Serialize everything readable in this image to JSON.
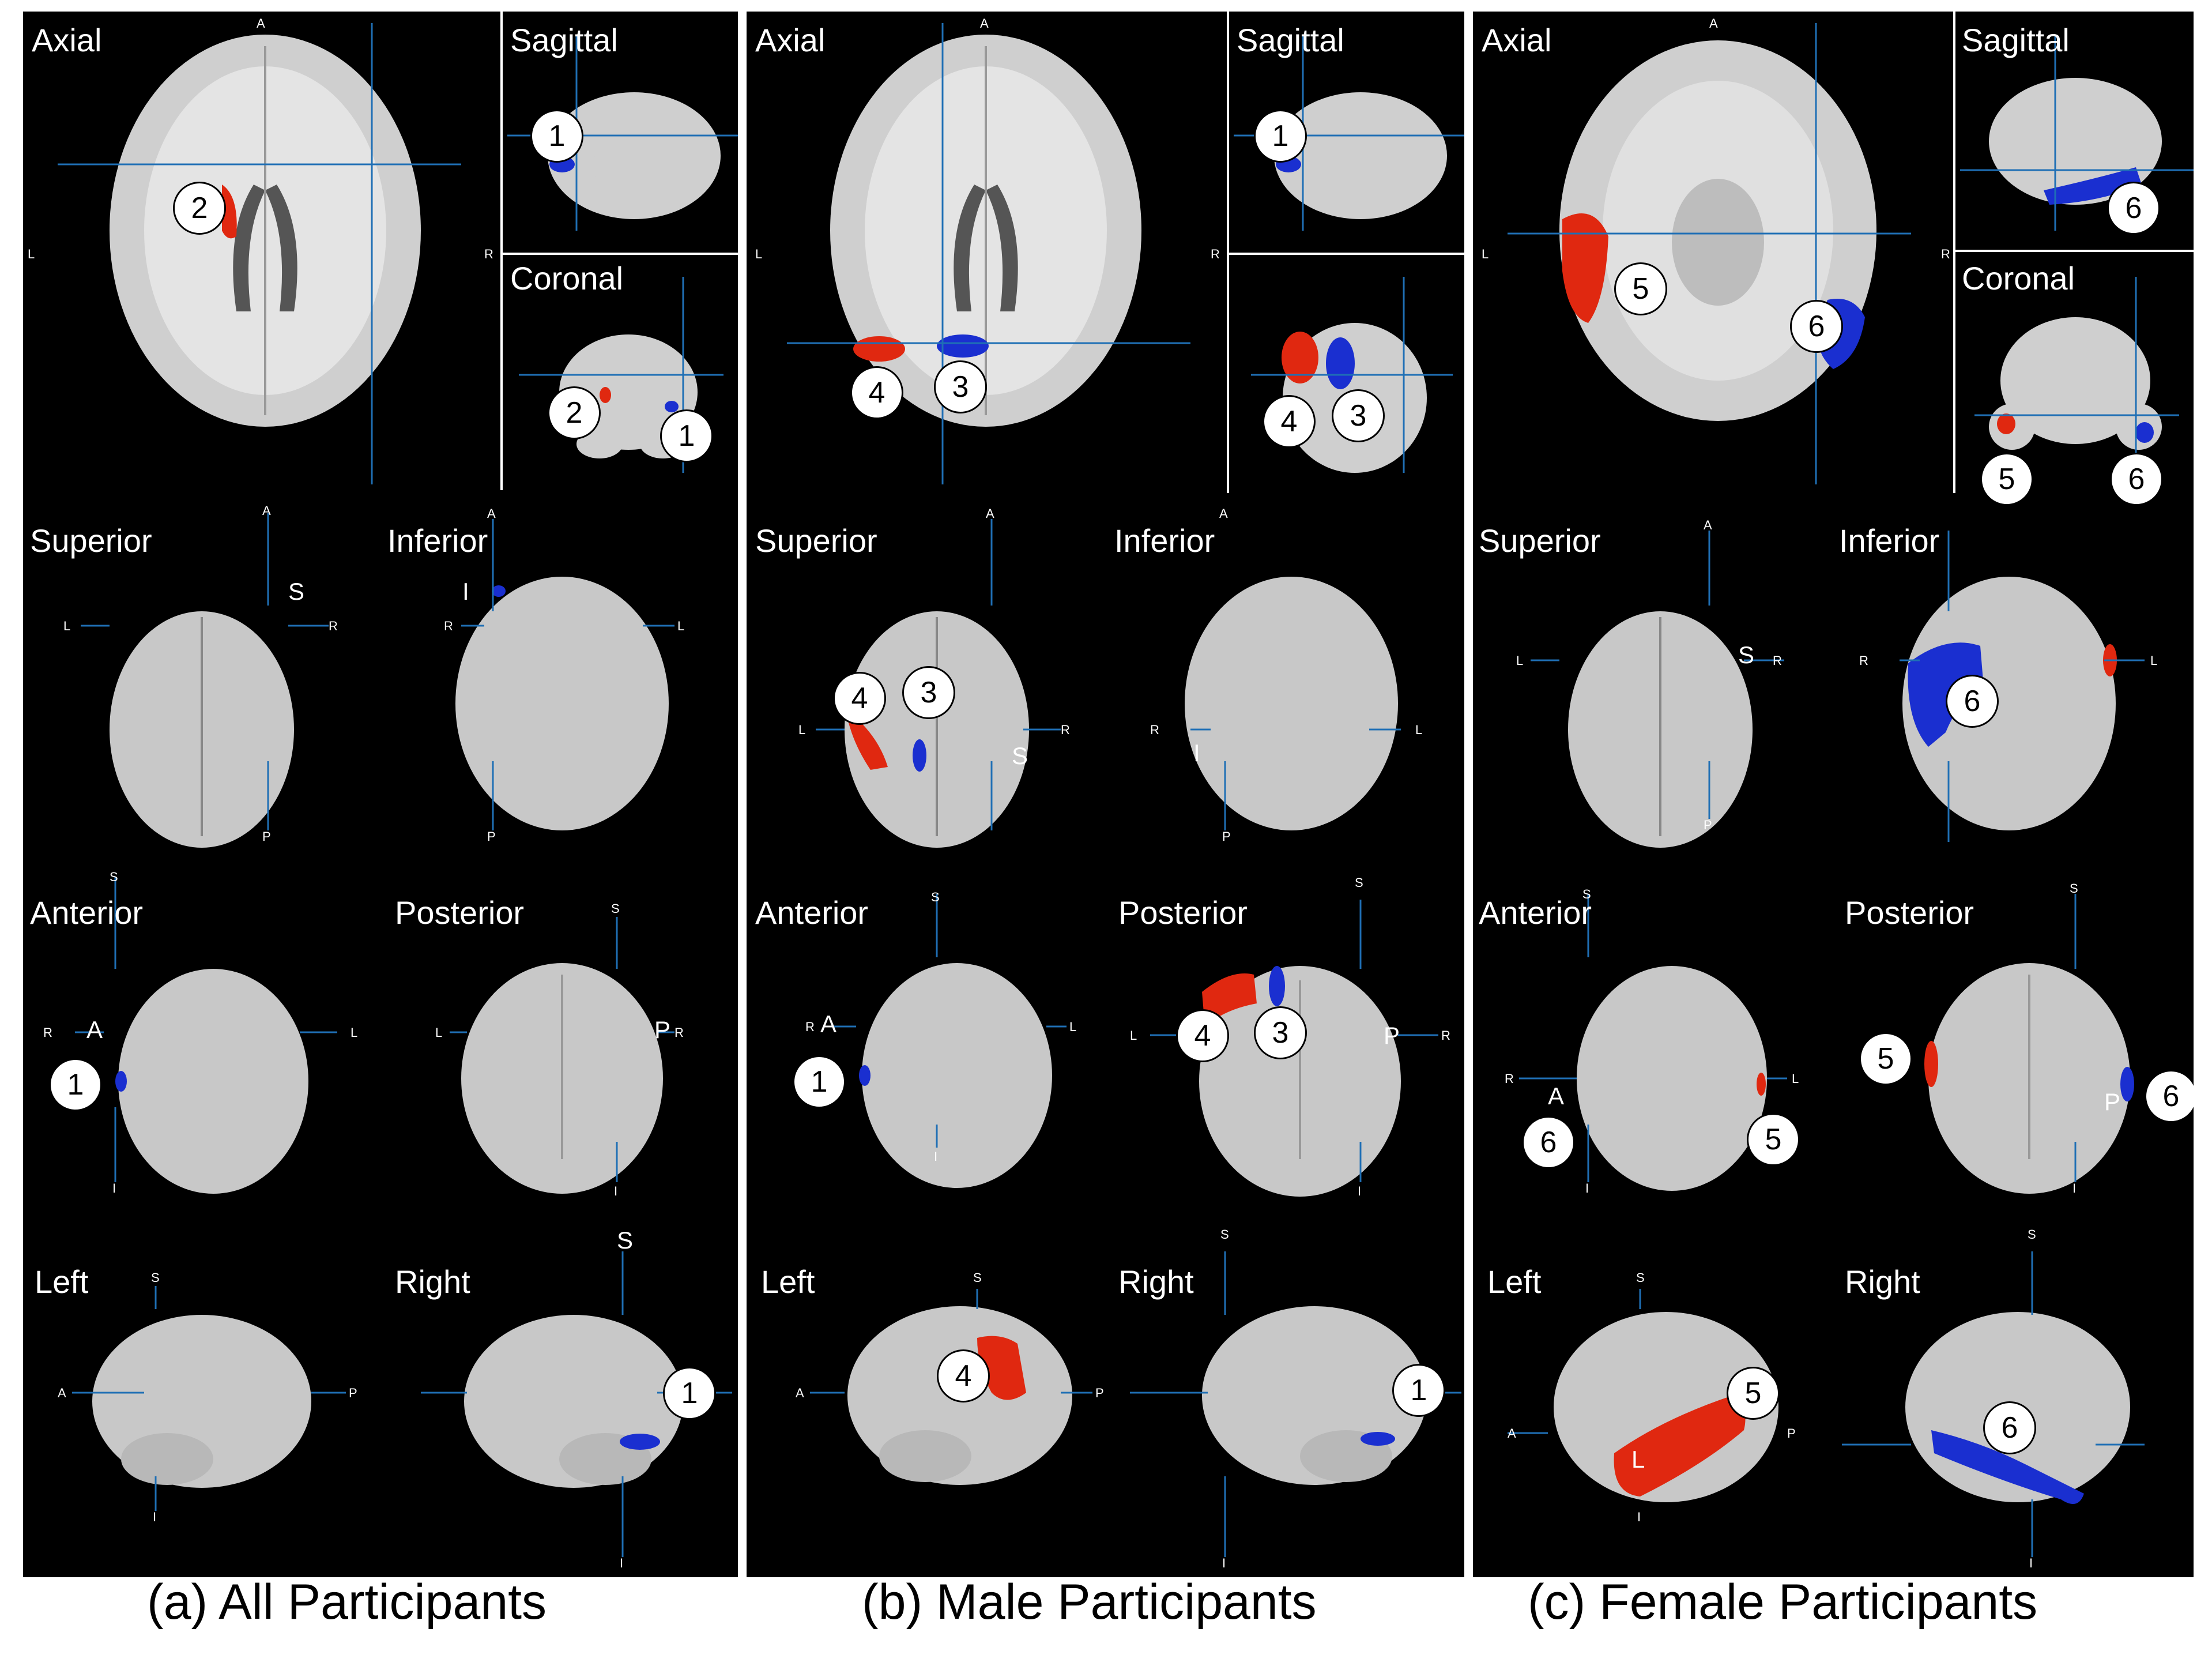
{
  "captions": {
    "a": "(a) All Participants",
    "b": "(b) Male Participants",
    "c": "(c) Female Participants"
  },
  "views": {
    "axial": "Axial",
    "sagittal": "Sagittal",
    "coronal": "Coronal",
    "superior": "Superior",
    "inferior": "Inferior",
    "anterior": "Anterior",
    "posterior": "Posterior",
    "left": "Left",
    "right": "Right"
  },
  "directions": {
    "A": "A",
    "P": "P",
    "L": "L",
    "R": "R",
    "S": "S",
    "I": "I"
  },
  "markers": {
    "m1": "1",
    "m2": "2",
    "m3": "3",
    "m4": "4",
    "m5": "5",
    "m6": "6"
  },
  "colors": {
    "background": "#000000",
    "crosshair": "#1f6fb5",
    "brain": "#c8c8c8",
    "positive_cluster": "#e02810",
    "negative_cluster": "#1a2fd0",
    "divider": "#ffffff"
  }
}
